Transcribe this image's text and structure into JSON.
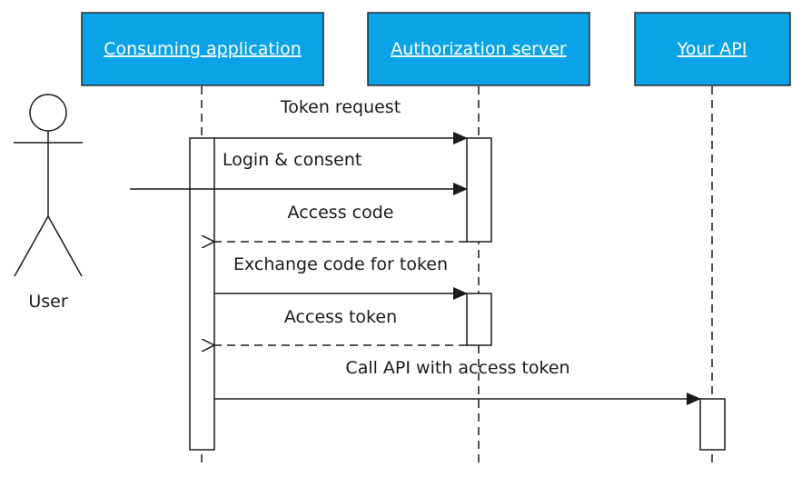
{
  "colors": {
    "participant_fill": "#0aa3e8",
    "participant_border": "#2a2a2a",
    "participant_text": "#ffffff",
    "line": "#1a1a1a",
    "activation_fill": "#ffffff"
  },
  "participants": [
    {
      "label": "Consuming application"
    },
    {
      "label": "Authorization server"
    },
    {
      "label": "Your API"
    }
  ],
  "actor": {
    "label": "User",
    "icon": "stick-figure"
  },
  "messages": [
    {
      "label": "Token request",
      "style": "solid"
    },
    {
      "label": "Login & consent",
      "style": "solid"
    },
    {
      "label": "Access code",
      "style": "dashed-return"
    },
    {
      "label": "Exchange code for token",
      "style": "solid"
    },
    {
      "label": "Access token",
      "style": "dashed-return"
    },
    {
      "label": "Call API with access token",
      "style": "solid"
    }
  ]
}
